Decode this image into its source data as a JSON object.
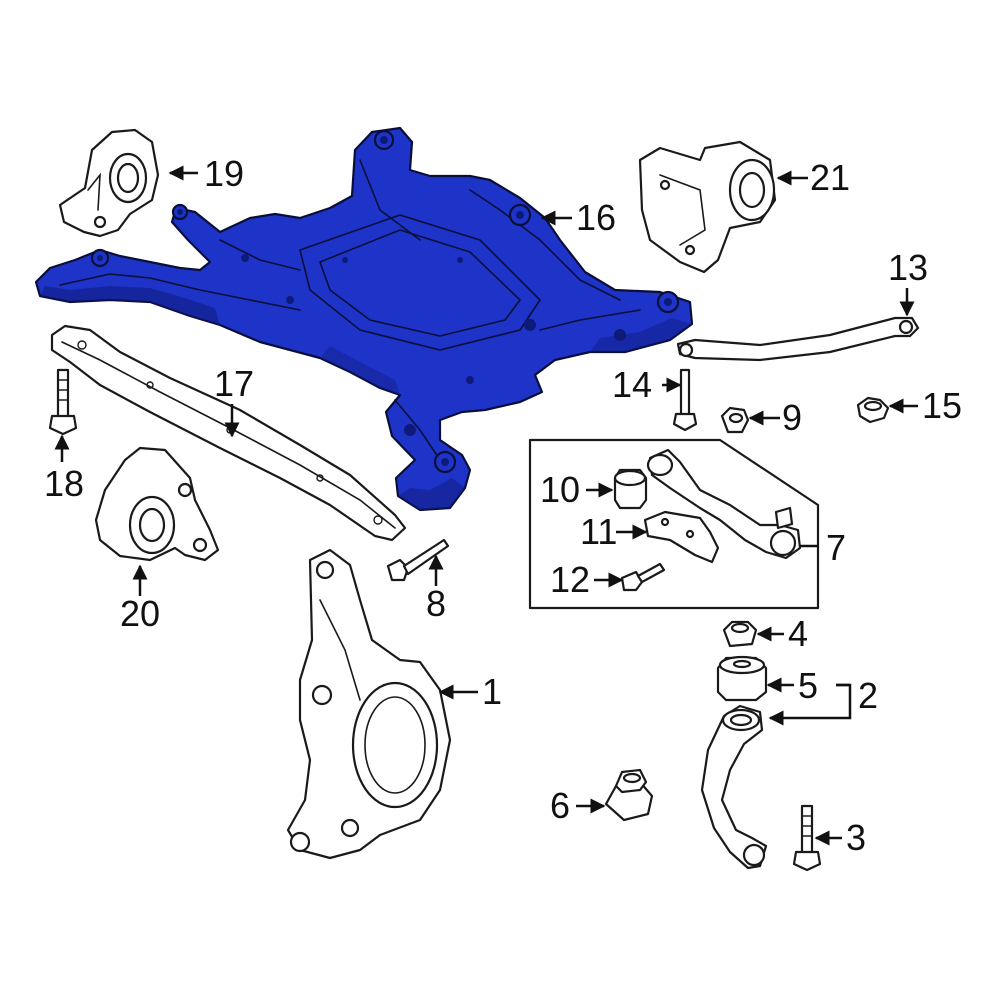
{
  "colors": {
    "highlight": "#1e34c8",
    "highlight_dark": "#0e1a7a",
    "line": "#1a1a1a",
    "background": "#ffffff"
  },
  "callouts": {
    "c1": "1",
    "c2": "2",
    "c3": "3",
    "c4": "4",
    "c5": "5",
    "c6": "6",
    "c7": "7",
    "c8": "8",
    "c9": "9",
    "c10": "10",
    "c11": "11",
    "c12": "12",
    "c13": "13",
    "c14": "14",
    "c15": "15",
    "c16": "16",
    "c17": "17",
    "c18": "18",
    "c19": "19",
    "c20": "20",
    "c21": "21"
  },
  "highlighted_part": "16"
}
